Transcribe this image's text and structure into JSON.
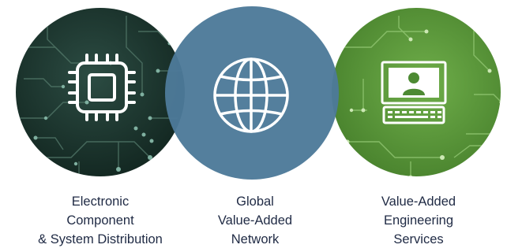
{
  "circles": [
    {
      "id": "electronic-component",
      "icon": "microchip-icon",
      "color": "#1d3b33",
      "caption_lines": [
        "Electronic",
        "Component",
        "& System Distribution"
      ]
    },
    {
      "id": "global-network",
      "icon": "globe-icon",
      "color": "#4d7a99",
      "caption_lines": [
        "Global",
        "Value-Added",
        "Network"
      ]
    },
    {
      "id": "engineering-services",
      "icon": "computer-user-icon",
      "color": "#5e9f3f",
      "caption_lines": [
        "Value-Added",
        "Engineering",
        "Services"
      ]
    }
  ]
}
